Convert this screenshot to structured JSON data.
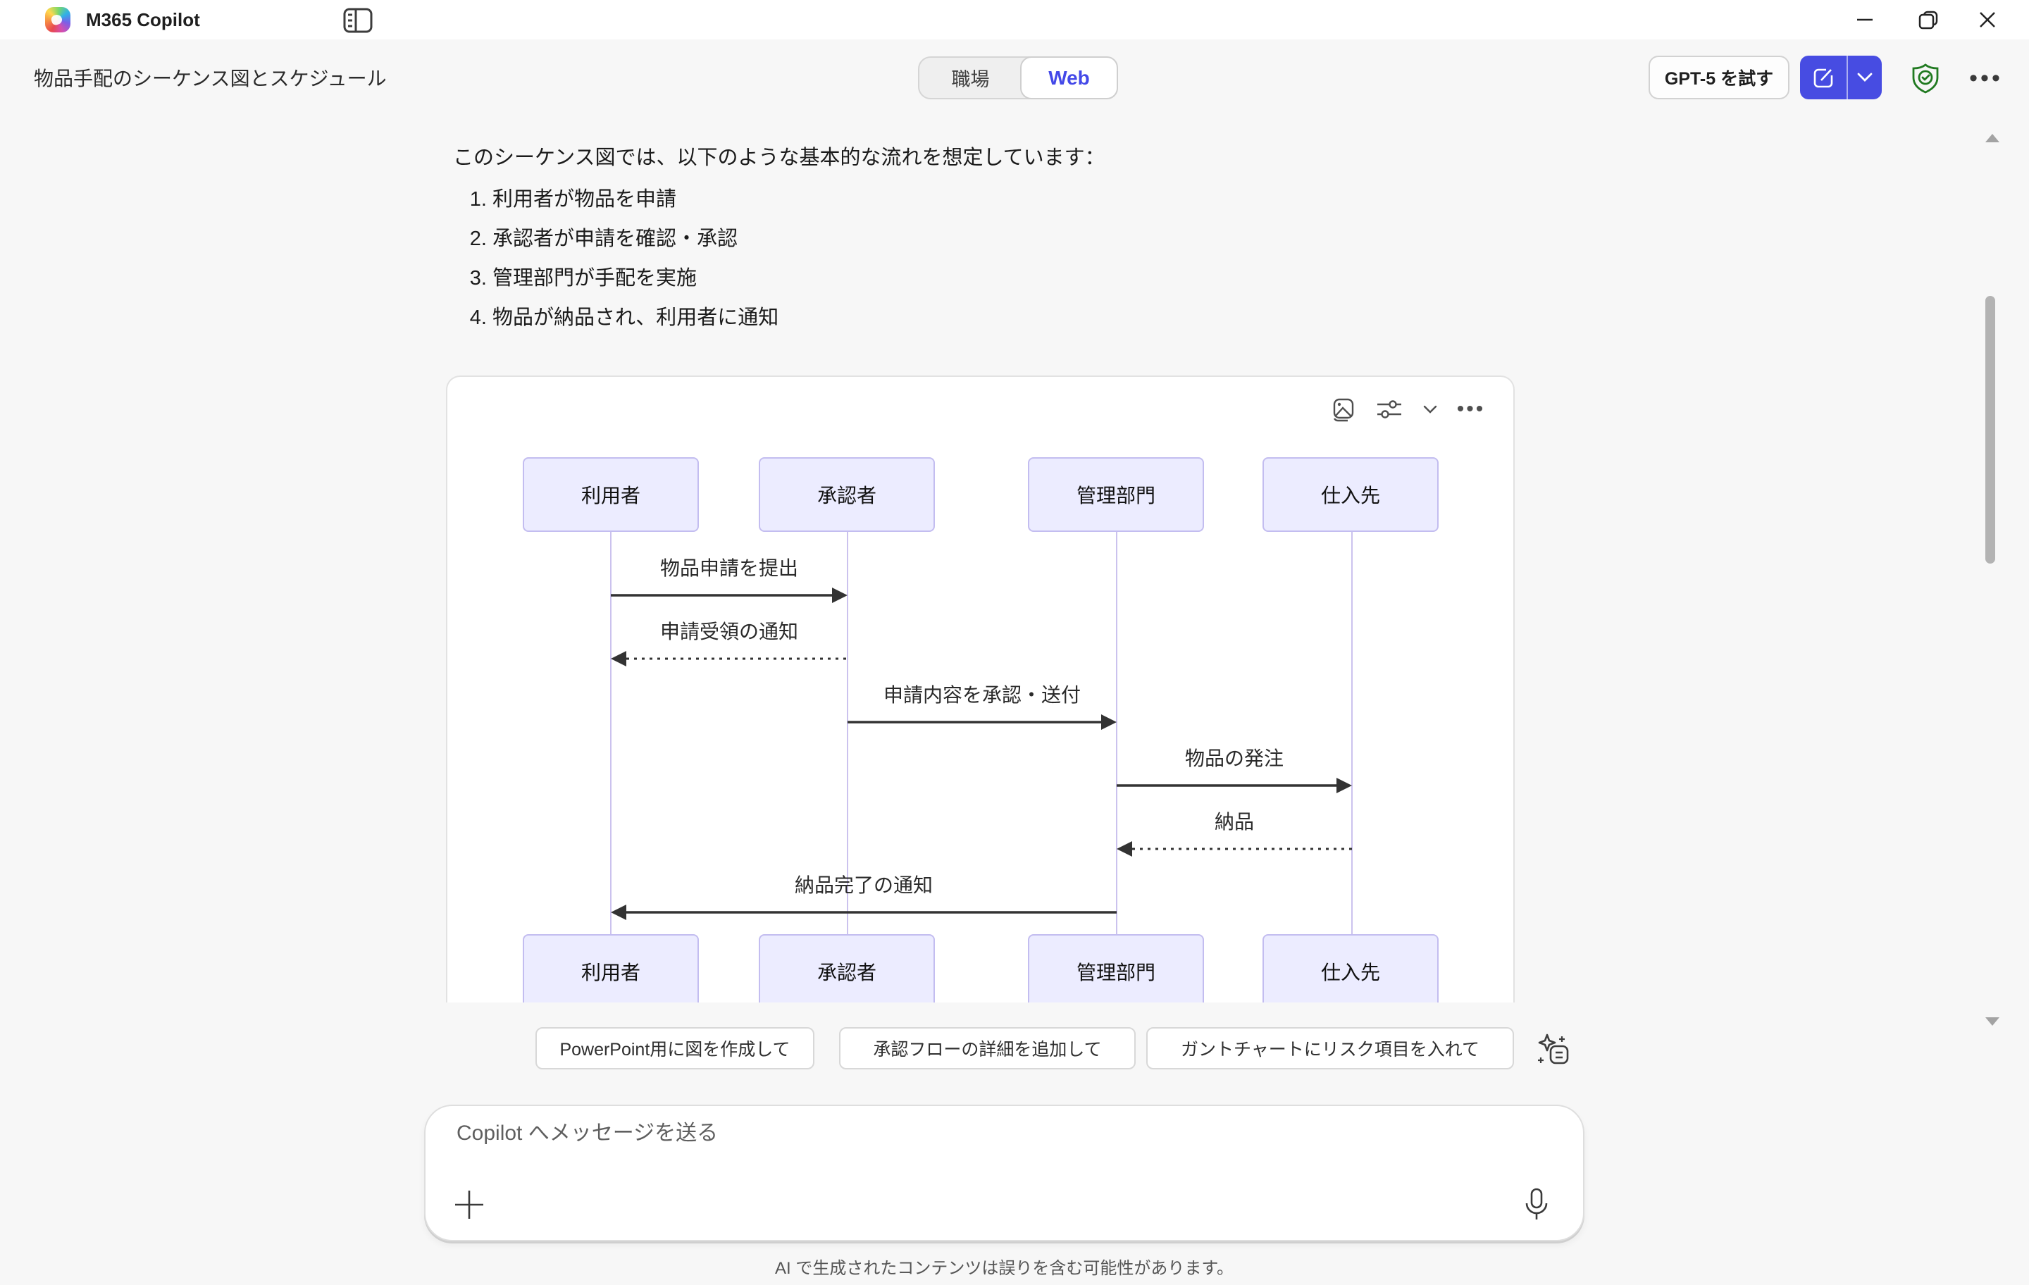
{
  "titlebar": {
    "app_title": "M365 Copilot"
  },
  "header": {
    "chat_title": "物品手配のシーケンス図とスケジュール",
    "tabs": [
      {
        "label": "職場",
        "active": false
      },
      {
        "label": "Web",
        "active": true
      }
    ],
    "try_gpt5_label": "GPT-5 を試す"
  },
  "message": {
    "intro": "このシーケンス図では、以下のような基本的な流れを想定しています：",
    "steps": [
      "利用者が物品を申請",
      "承認者が申請を確認・承認",
      "管理部門が手配を実施",
      "物品が納品され、利用者に通知"
    ]
  },
  "diagram": {
    "actors": [
      "利用者",
      "承認者",
      "管理部門",
      "仕入先"
    ],
    "messages": [
      {
        "label": "物品申請を提出",
        "from": "利用者",
        "to": "承認者",
        "style": "solid"
      },
      {
        "label": "申請受領の通知",
        "from": "承認者",
        "to": "利用者",
        "style": "dashed"
      },
      {
        "label": "申請内容を承認・送付",
        "from": "承認者",
        "to": "管理部門",
        "style": "solid"
      },
      {
        "label": "物品の発注",
        "from": "管理部門",
        "to": "仕入先",
        "style": "solid"
      },
      {
        "label": "納品",
        "from": "仕入先",
        "to": "管理部門",
        "style": "dashed"
      },
      {
        "label": "納品完了の通知",
        "from": "管理部門",
        "to": "利用者",
        "style": "solid"
      }
    ]
  },
  "suggestions": [
    "PowerPoint用に図を作成して",
    "承認フローの詳細を追加して",
    "ガントチャートにリスク項目を入れて"
  ],
  "composer": {
    "placeholder": "Copilot へメッセージを送る"
  },
  "footer": {
    "disclaimer": "AI で生成されたコンテンツは誤りを含む可能性があります。"
  },
  "icons": {
    "more_options": "•••",
    "card_more": "•••",
    "plus": "+"
  },
  "colors": {
    "accent_blue": "#474ce2",
    "web_tab_blue": "#4449e8",
    "shield_green": "#217a21",
    "actor_fill": "#ECECFF",
    "actor_border": "#c3bdf0",
    "lifeline": "#cbc2ee"
  }
}
